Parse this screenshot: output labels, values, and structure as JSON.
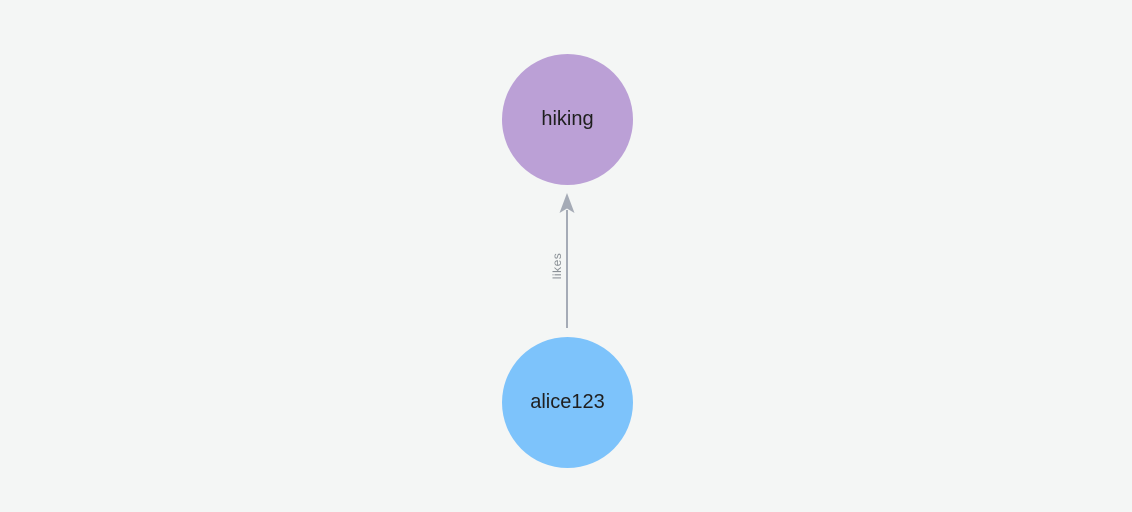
{
  "graph": {
    "nodes": [
      {
        "id": "hiking",
        "label": "hiking",
        "color": "#bba0d6"
      },
      {
        "id": "alice123",
        "label": "alice123",
        "color": "#7dc3fb"
      }
    ],
    "edges": [
      {
        "from": "alice123",
        "to": "hiking",
        "label": "likes",
        "color": "#a5abb6"
      }
    ]
  }
}
